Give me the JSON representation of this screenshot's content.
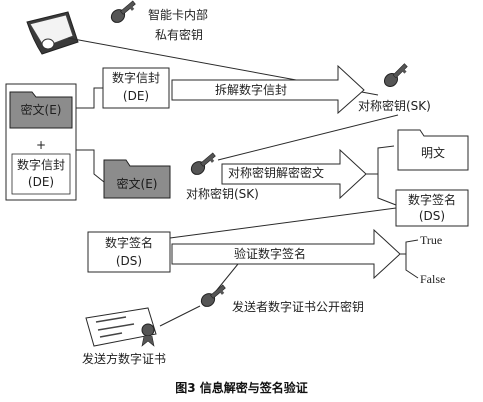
{
  "smartcard_key": {
    "line1": "智能卡内部",
    "line2": "私有密钥"
  },
  "left_packet": {
    "ciphertext": "密文(E)",
    "plus": "+",
    "envelope_line1": "数字信封",
    "envelope_line2": "(DE)"
  },
  "envelope_box": {
    "line1": "数字信封",
    "line2": "(DE)"
  },
  "arrow_open_envelope": "拆解数字信封",
  "symmetric_key_1": "对称密钥(SK)",
  "plaintext_box": "明文",
  "ciphertext_folder": "密文(E)",
  "arrow_decrypt": "对称密钥解密密文",
  "symmetric_key_2": "对称密钥(SK)",
  "signature_box_right": {
    "line1": "数字签名",
    "line2": "(DS)"
  },
  "signature_box_left": {
    "line1": "数字签名",
    "line2": "(DS)"
  },
  "arrow_verify": "验证数字签名",
  "result_true": "True",
  "result_false": "False",
  "sender_public_key": "发送者数字证书公开密钥",
  "sender_certificate": "发送方数字证书",
  "caption": "图3 信息解密与签名验证",
  "colors": {
    "line": "#2a2a2a",
    "folder_fill": "#8c8c8c",
    "key_fill": "#555555"
  }
}
